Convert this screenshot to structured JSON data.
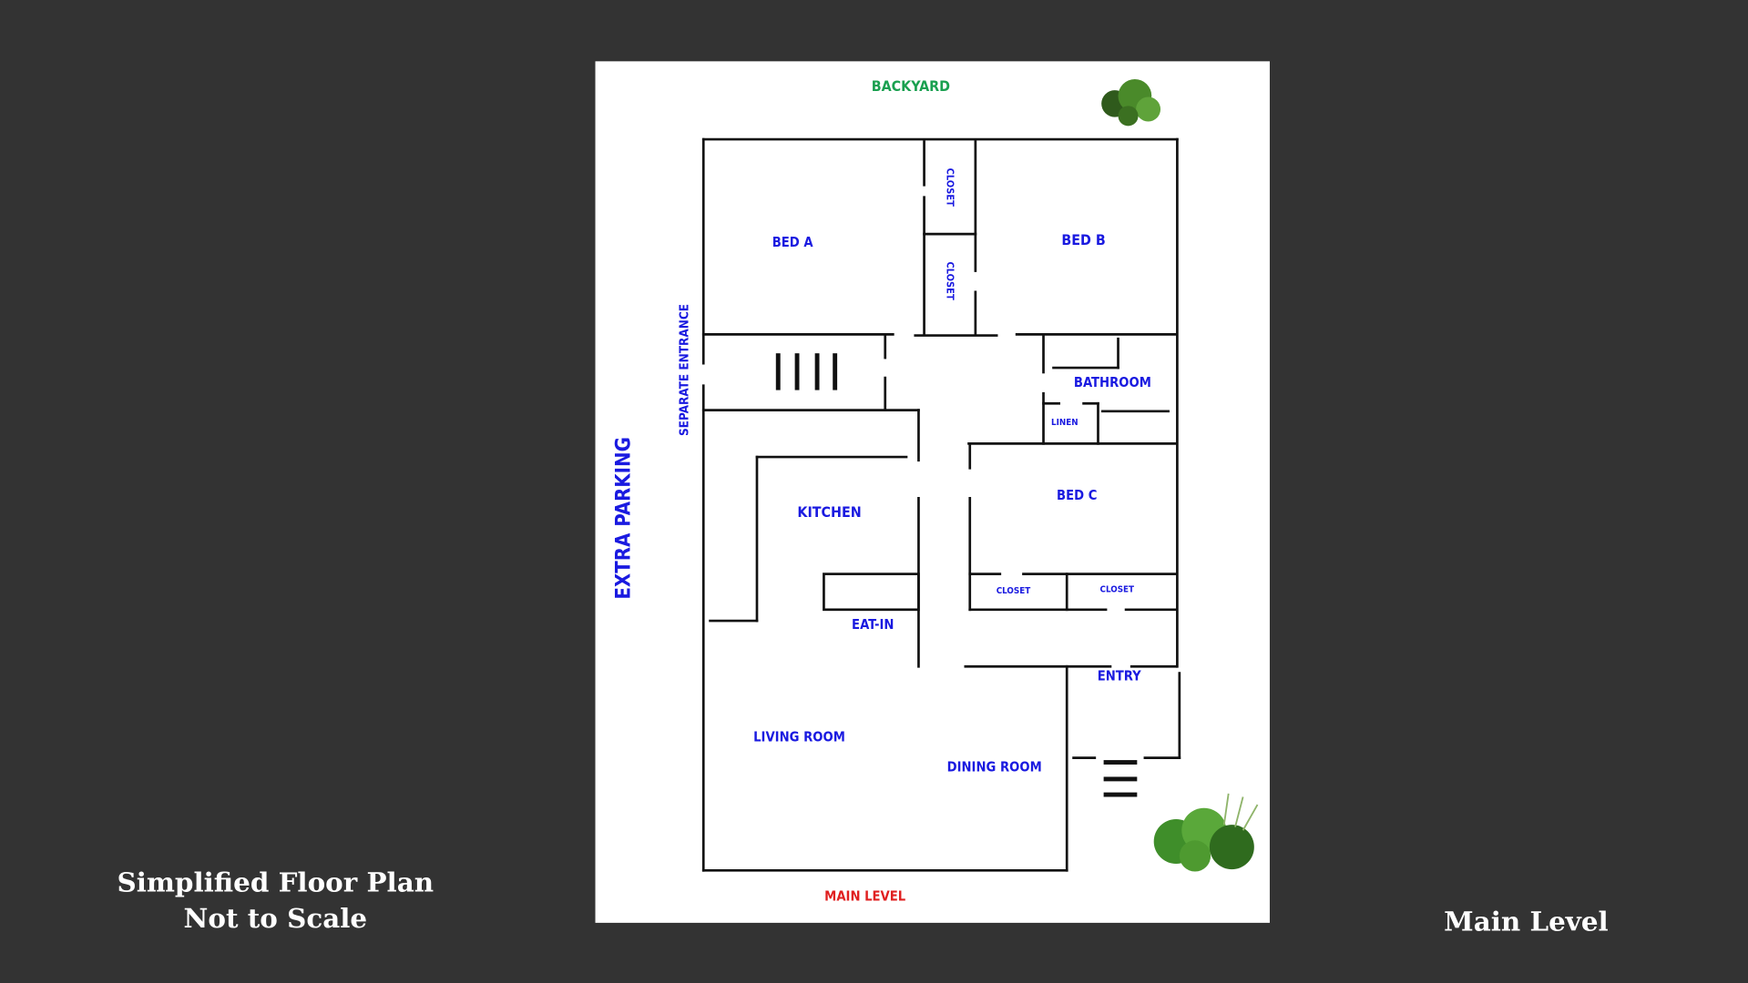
{
  "slide": {
    "caption_line1": "Simplified Floor Plan",
    "caption_line2": "Not to Scale",
    "level_title": "Main Level"
  },
  "floorplan": {
    "backyard": "BACKYARD",
    "bed_a": "BED A",
    "bed_b": "BED B",
    "closet_top": "CLOSET",
    "closet_mid": "CLOSET",
    "separate_entrance": "SEPARATE ENTRANCE",
    "extra_parking": "EXTRA PARKING",
    "bathroom": "BATHROOM",
    "linen": "LINEN",
    "bed_c": "BED C",
    "kitchen": "KITCHEN",
    "closet_c1": "CLOSET",
    "closet_c2": "CLOSET",
    "eat_in": "EAT-IN",
    "entry": "ENTRY",
    "living_room": "LIVING ROOM",
    "dining_room": "DINING ROOM",
    "main_level": "MAIN LEVEL"
  },
  "colors": {
    "background": "#333333",
    "label_blue": "#1a1ae0",
    "backyard_green": "#1aa050",
    "main_level_red": "#e02020"
  }
}
